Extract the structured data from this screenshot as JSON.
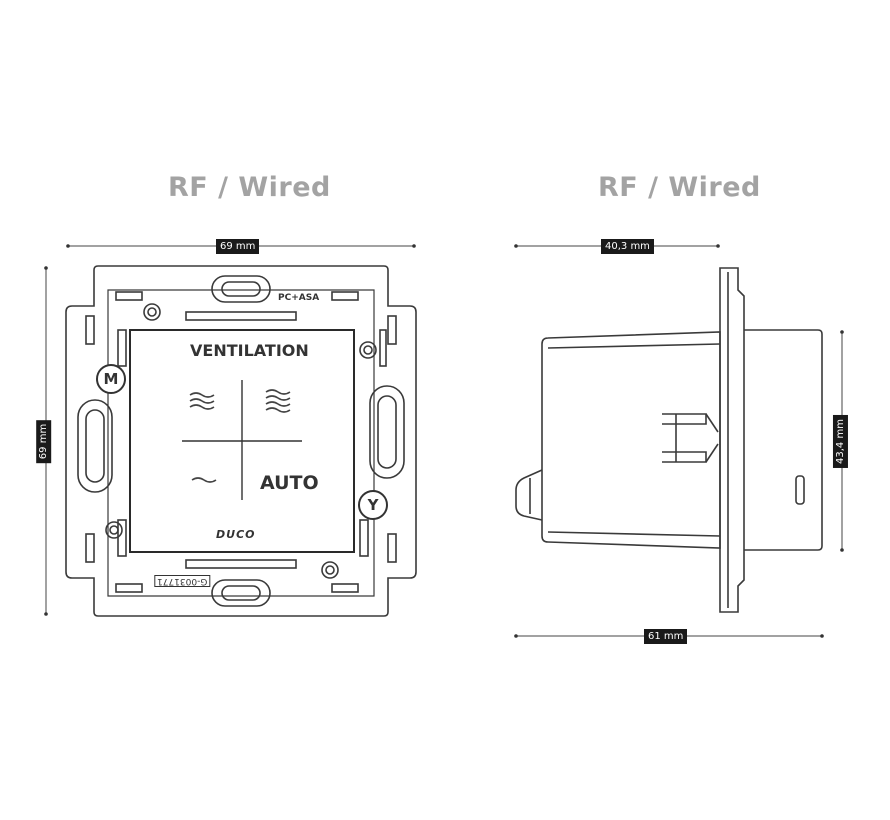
{
  "diagram": {
    "left_view": {
      "title": "RF / Wired",
      "width_label": "69 mm",
      "height_label": "69 mm",
      "top_mark": "PC+ASA",
      "bottom_mark": "G-0031771",
      "panel_title": "VENTILATION",
      "auto_label": "AUTO",
      "brand": "DUCO",
      "left_letter": "M",
      "right_letter": "Y"
    },
    "right_view": {
      "title": "RF / Wired",
      "depth_label": "40,3 mm",
      "total_label": "61 mm",
      "height_label": "43,4 mm"
    }
  }
}
